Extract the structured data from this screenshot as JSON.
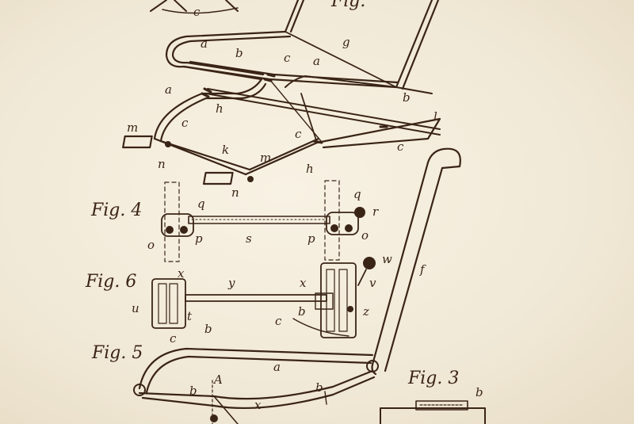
{
  "figures": {
    "fig4": "Fig. 4",
    "fig6": "Fig. 6",
    "fig5": "Fig. 5",
    "fig3": "Fig. 3",
    "fig_top": "Fig."
  },
  "labels": {
    "c_top": "c",
    "a1": "a",
    "b1": "b",
    "g": "g",
    "c2": "c",
    "a2": "a",
    "a3": "a",
    "h1": "h",
    "b2": "b",
    "c3": "c",
    "l": "l",
    "m1": "m",
    "c4": "c",
    "c5": "c",
    "n1": "n",
    "k": "k",
    "m2": "m",
    "h2": "h",
    "n2": "n",
    "q1": "q",
    "q2": "q",
    "r": "r",
    "o1": "o",
    "p1": "p",
    "s": "s",
    "p2": "p",
    "o2": "o",
    "w": "w",
    "f": "f",
    "x1": "x",
    "y": "y",
    "x2": "x",
    "v": "v",
    "u": "u",
    "t": "t",
    "b3": "b",
    "c6": "c",
    "b4": "b",
    "z": "z",
    "c7": "c",
    "a4": "a",
    "b5": "b",
    "A": "A",
    "b6": "b",
    "x3": "x",
    "b7": "b"
  },
  "colors": {
    "ink": "#3a2416",
    "paper": "#f3ecdc"
  }
}
